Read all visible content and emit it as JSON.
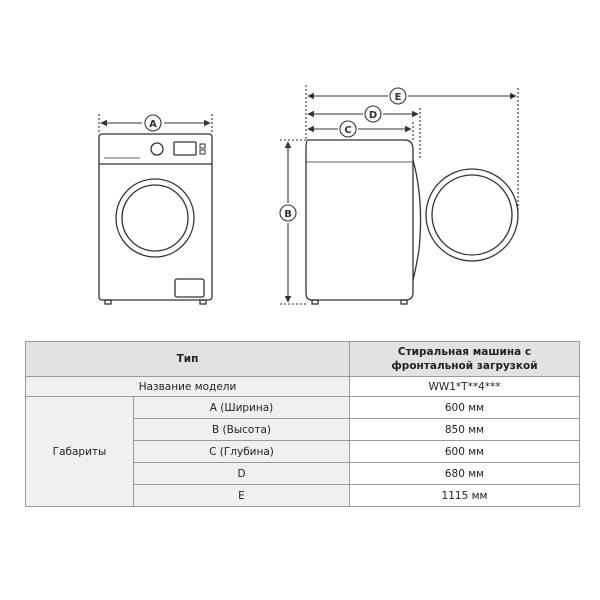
{
  "diagram": {
    "front_label_a": "A",
    "side_label_b": "B",
    "side_label_c": "C",
    "side_label_d": "D",
    "side_label_e": "E"
  },
  "table": {
    "header_type": "Тип",
    "header_value": "Стиральная машина с фронтальной загрузкой",
    "model_label": "Название модели",
    "model_value": "WW1*T**4***",
    "group_label": "Габариты",
    "rows": [
      {
        "name": "A (Ширина)",
        "value": "600 мм"
      },
      {
        "name": "B (Высота)",
        "value": "850 мм"
      },
      {
        "name": "C (Глубина)",
        "value": "600 мм"
      },
      {
        "name": "D",
        "value": "680 мм"
      },
      {
        "name": "E",
        "value": "1115 мм"
      }
    ]
  },
  "colors": {
    "line": "#333333",
    "header_bg": "#e2e2e2",
    "grid": "#9a9a9a"
  }
}
